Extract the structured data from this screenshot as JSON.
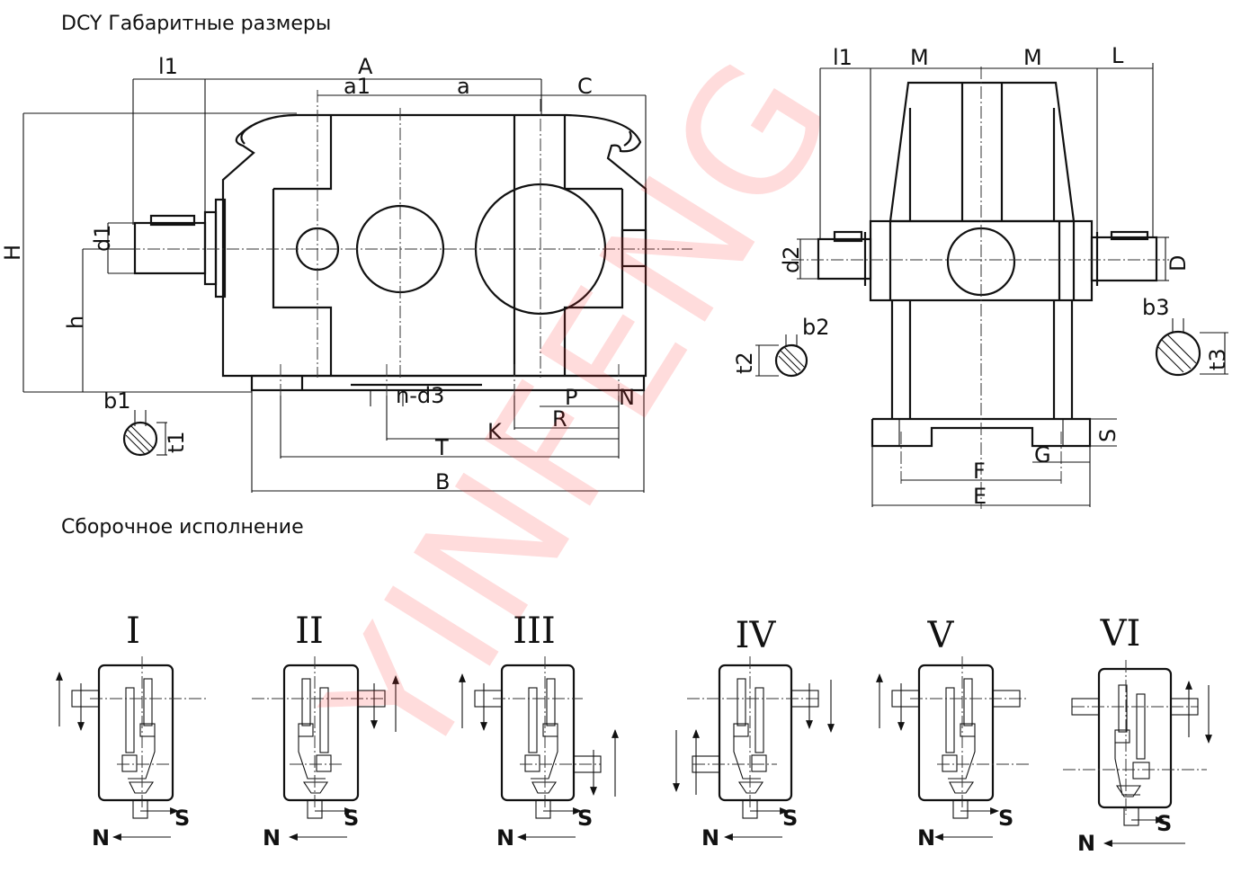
{
  "captions": {
    "dimensions_title": "DCY Габаритные размеры",
    "assembly_title": "Сборочное исполнение"
  },
  "watermark": "YINFENG",
  "front_view": {
    "labels": {
      "l1": "l1",
      "A": "A",
      "a1": "a1",
      "a": "a",
      "C": "C",
      "H": "H",
      "d1": "d1",
      "h": "h",
      "b1": "b1",
      "t1": "t1",
      "n_d3": "n-d3",
      "P": "P",
      "N": "N",
      "R": "R",
      "K": "K",
      "T": "T",
      "B": "B"
    }
  },
  "side_view": {
    "labels": {
      "l1": "l1",
      "M1": "M",
      "M2": "M",
      "L": "L",
      "d2": "d2",
      "D": "D",
      "b2": "b2",
      "t2": "t2",
      "b3": "b3",
      "t3": "t3",
      "S": "S",
      "G": "G",
      "F": "F",
      "E": "E"
    }
  },
  "assemblies": [
    {
      "numeral": "I",
      "n_label": "N",
      "s_label": "S"
    },
    {
      "numeral": "II",
      "n_label": "N",
      "s_label": "S"
    },
    {
      "numeral": "III",
      "n_label": "N",
      "s_label": "S"
    },
    {
      "numeral": "IV",
      "n_label": "N",
      "s_label": "S"
    },
    {
      "numeral": "V",
      "n_label": "N",
      "s_label": "S"
    },
    {
      "numeral": "VI",
      "n_label": "N",
      "s_label": "S"
    }
  ],
  "colors": {
    "line": "#111111",
    "watermark": "#ff2a2a"
  }
}
